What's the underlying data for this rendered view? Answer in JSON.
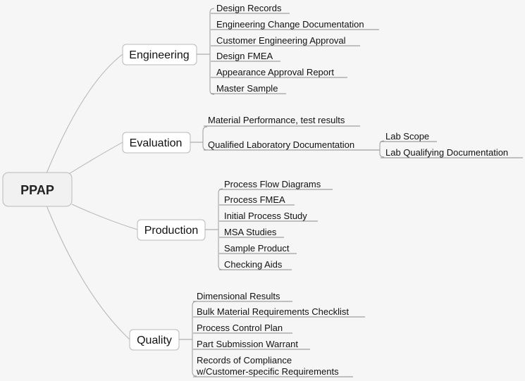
{
  "central": "PPAP",
  "branches": [
    {
      "label": "Engineering",
      "items": [
        "Design Records",
        "Engineering Change Documentation",
        "Customer Engineering Approval",
        "Design FMEA",
        "Appearance Approval Report",
        "Master Sample"
      ]
    },
    {
      "label": "Evaluation",
      "items": [
        "Material Performance, test results",
        "Qualified Laboratory Documentation"
      ],
      "sub_items": [
        "Lab Scope",
        "Lab Qualifying Documentation"
      ]
    },
    {
      "label": "Production",
      "items": [
        "Process Flow Diagrams",
        "Process FMEA",
        "Initial Process Study",
        "MSA Studies",
        "Sample Product",
        "Checking Aids"
      ]
    },
    {
      "label": "Quality",
      "items": [
        "Dimensional Results",
        "Bulk Material Requirements Checklist",
        "Process Control Plan",
        "Part Submission Warrant",
        "Records of Compliance",
        "w/Customer-specific Requirements"
      ]
    }
  ]
}
